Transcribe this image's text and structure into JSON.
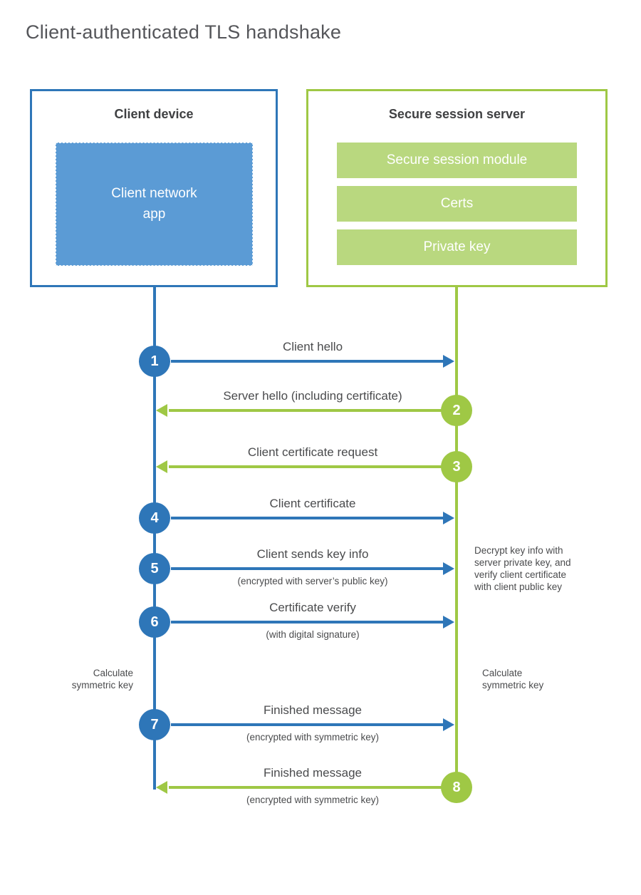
{
  "title": "Client-authenticated TLS handshake",
  "colors": {
    "blue": "#2e76b8",
    "blue_fill": "#5b9bd5",
    "green": "#9fc845",
    "green_fill": "#b9d87f",
    "heading_text": "#55565a",
    "body_text": "#4a4b4d"
  },
  "client": {
    "title": "Client device",
    "app_lines": [
      "Client network",
      "app"
    ]
  },
  "server": {
    "title": "Secure session server",
    "modules": [
      "Secure session module",
      "Certs",
      "Private key"
    ]
  },
  "steps": [
    {
      "num": "1",
      "label": "Client hello",
      "sublabel": "",
      "from": "client",
      "direction": "right"
    },
    {
      "num": "2",
      "label": "Server hello (including certificate)",
      "sublabel": "",
      "from": "server",
      "direction": "left"
    },
    {
      "num": "3",
      "label": "Client certificate request",
      "sublabel": "",
      "from": "server",
      "direction": "left"
    },
    {
      "num": "4",
      "label": "Client certificate",
      "sublabel": "",
      "from": "client",
      "direction": "right"
    },
    {
      "num": "5",
      "label": "Client sends key info",
      "sublabel": "(encrypted with server’s public key)",
      "from": "client",
      "direction": "right"
    },
    {
      "num": "6",
      "label": "Certificate verify",
      "sublabel": "(with digital signature)",
      "from": "client",
      "direction": "right"
    },
    {
      "num": "7",
      "label": "Finished message",
      "sublabel": "(encrypted with symmetric key)",
      "from": "client",
      "direction": "right"
    },
    {
      "num": "8",
      "label": "Finished message",
      "sublabel": "(encrypted with symmetric key)",
      "from": "server",
      "direction": "left"
    }
  ],
  "notes": {
    "decrypt_lines": [
      "Decrypt key info with",
      "server private key, and",
      "verify client certificate",
      "with client public key"
    ],
    "calculate_left_lines": [
      "Calculate",
      "symmetric key"
    ],
    "calculate_right_lines": [
      "Calculate",
      "symmetric key"
    ]
  }
}
